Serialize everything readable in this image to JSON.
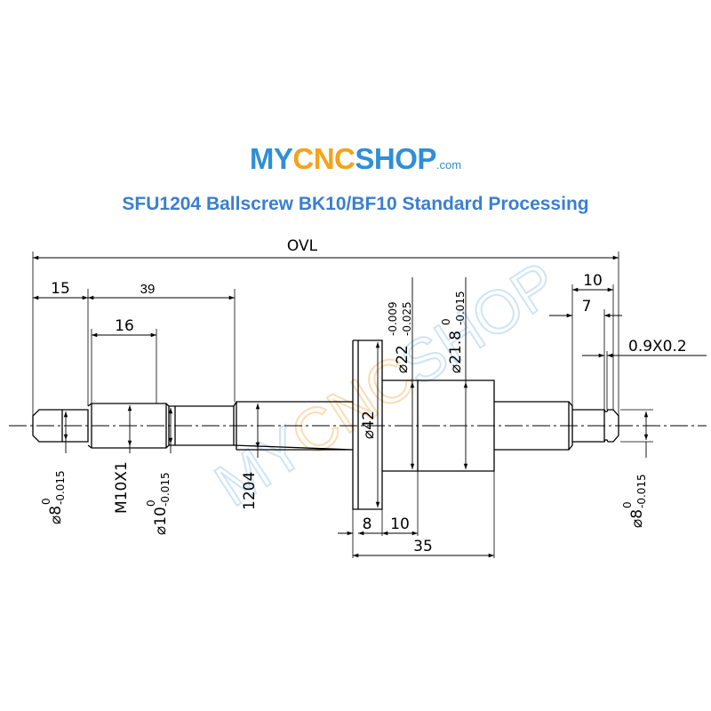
{
  "colors": {
    "brand_blue": "#2f8fd6",
    "brand_orange": "#f5a21b",
    "title_blue": "#3a7fd0",
    "watermark": "#a9cfee"
  },
  "logo": {
    "part1": "MY",
    "part2": "CNC",
    "part3": "SHOP",
    "suffix": ".com"
  },
  "title": "SFU1204 Ballscrew BK10/BF10 Standard Processing",
  "watermark": {
    "part1": "MY",
    "part2": "CNC",
    "part3": "SHOP"
  },
  "dimensions": {
    "ovl": "OVL",
    "d15": "15",
    "d39": "39",
    "d16": "16",
    "d10_top": "10",
    "d7": "7",
    "chamfer": "0.9X0.2",
    "d8_flange": "8",
    "d10_bottom": "10",
    "d35": "35",
    "phi42": "⌀42",
    "phi22": "⌀22",
    "phi22_upper": "-0.009",
    "phi22_lower": "-0.025",
    "phi21_8": "⌀21.8",
    "phi21_8_upper": "0",
    "phi21_8_lower": "-0.015",
    "phi8_left": "⌀8",
    "phi8_left_upper": "0",
    "phi8_left_lower": "-0.015",
    "m10x1": "M10X1",
    "phi10": "⌀10",
    "phi10_upper": "0",
    "phi10_lower": "-0.015",
    "sfu": "1204",
    "phi8_right": "⌀8",
    "phi8_right_upper": "0",
    "phi8_right_lower": "-0.015"
  }
}
